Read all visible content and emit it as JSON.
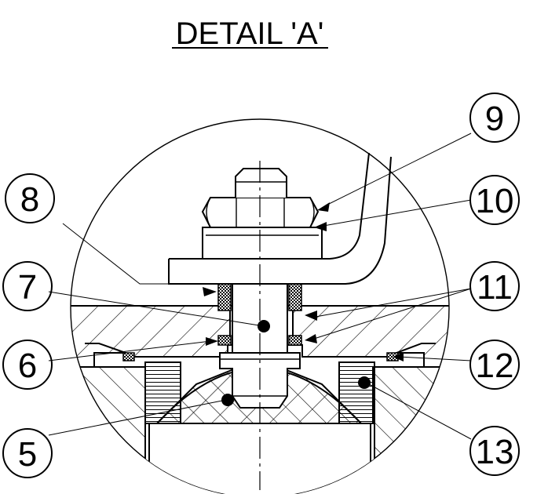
{
  "title": "DETAIL 'A'",
  "balloons": [
    {
      "id": "b5",
      "label": "5"
    },
    {
      "id": "b6",
      "label": "6"
    },
    {
      "id": "b7",
      "label": "7"
    },
    {
      "id": "b8",
      "label": "8"
    },
    {
      "id": "b9",
      "label": "9"
    },
    {
      "id": "b10",
      "label": "10"
    },
    {
      "id": "b11",
      "label": "11"
    },
    {
      "id": "b12",
      "label": "12"
    },
    {
      "id": "b13",
      "label": "13"
    }
  ]
}
